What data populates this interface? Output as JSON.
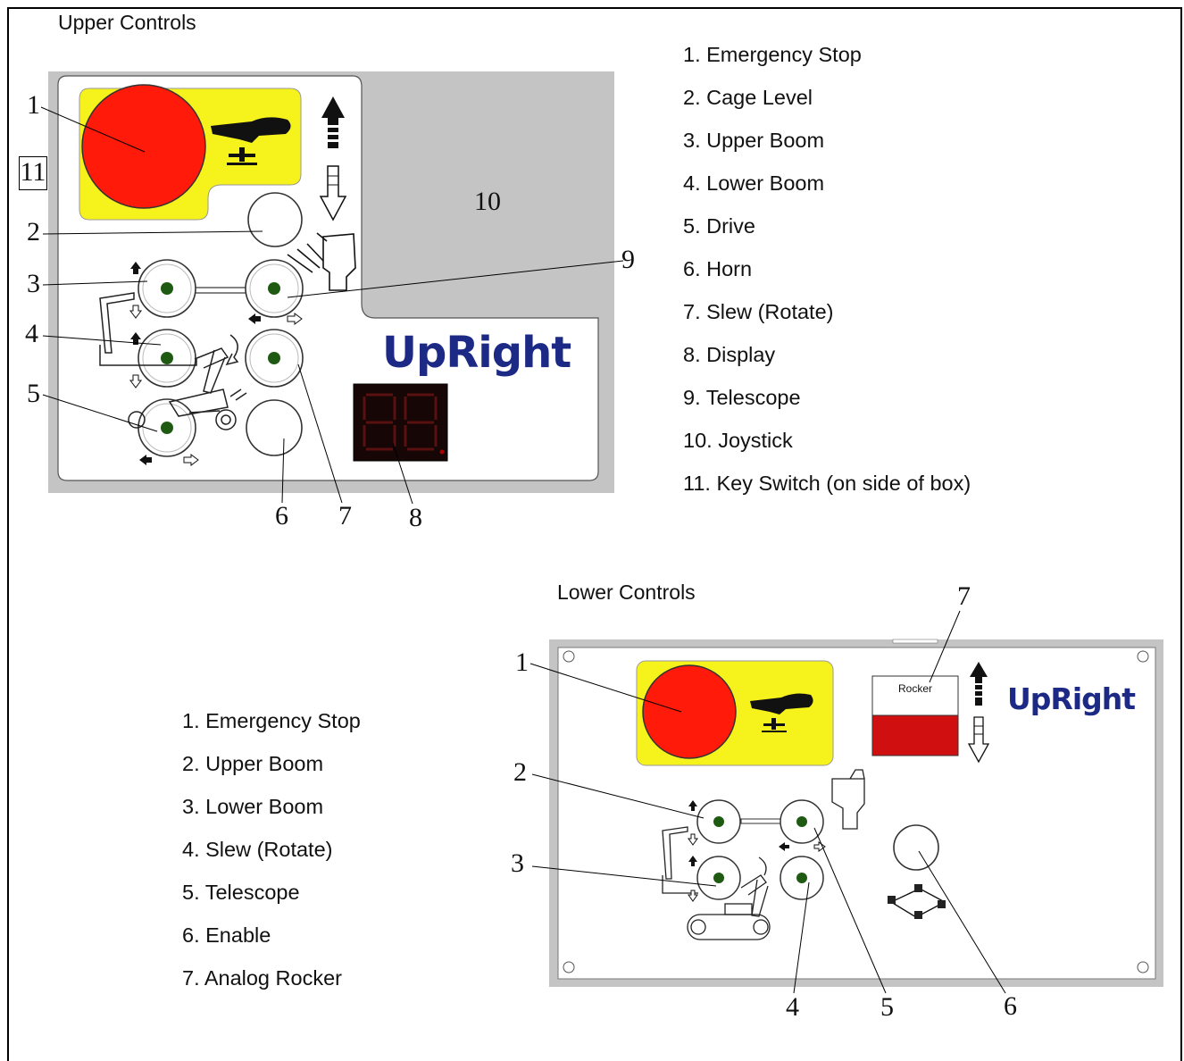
{
  "upper": {
    "title": "Upper Controls",
    "legend": [
      "1. Emergency Stop",
      "2. Cage Level",
      "3. Upper Boom",
      "4. Lower Boom",
      "5. Drive",
      "6. Horn",
      "7. Slew (Rotate)",
      "8. Display",
      "9. Telescope",
      "10. Joystick",
      "11. Key Switch (on side of box)"
    ],
    "callouts": {
      "c1": "1",
      "c2": "2",
      "c3": "3",
      "c4": "4",
      "c5": "5",
      "c6": "6",
      "c7": "7",
      "c8": "8",
      "c9": "9",
      "c10": "10",
      "c11": "11"
    },
    "brand": "UpRight",
    "display_digits": "88"
  },
  "lower": {
    "title": "Lower Controls",
    "legend": [
      "1. Emergency Stop",
      "2. Upper Boom",
      "3. Lower Boom",
      "4. Slew (Rotate)",
      "5. Telescope",
      "6. Enable",
      "7. Analog Rocker"
    ],
    "callouts": {
      "c1": "1",
      "c2": "2",
      "c3": "3",
      "c4": "4",
      "c5": "5",
      "c6": "6",
      "c7": "7"
    },
    "brand": "UpRight",
    "rocker_label": "Rocker"
  },
  "colors": {
    "panel_gray": "#c4c4c4",
    "estop_red": "#ff1a0a",
    "estop_yellow": "#f6f21c",
    "led_green": "#1f5a12",
    "brand_blue": "#1c2a86",
    "rocker_red": "#d01010"
  },
  "icons": [
    "emergency-stop-button",
    "push-hand-icon",
    "arrow-up-icon",
    "arrow-down-icon",
    "led-button",
    "boom-lift-icon",
    "display-icon",
    "cart-icon"
  ]
}
